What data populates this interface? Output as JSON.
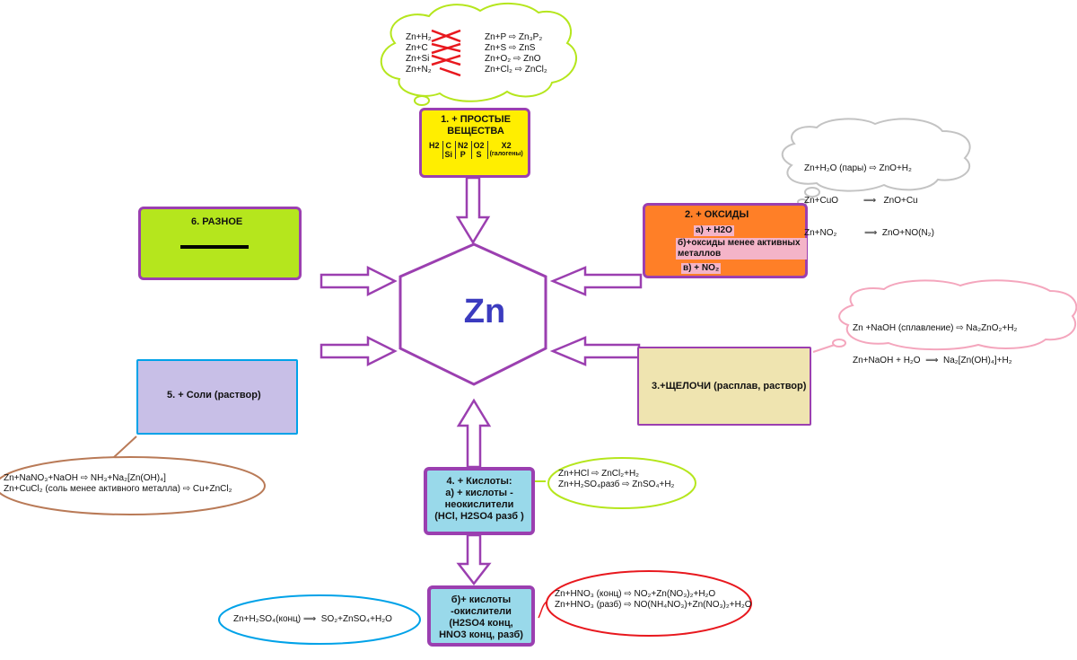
{
  "colors": {
    "purple": "#9b3fb0",
    "yellow": "#ffee00",
    "orange": "#ff7f27",
    "lime": "#b5e61d",
    "tan": "#efe4b0",
    "lavender": "#c8bfe7",
    "lightblue": "#99d9ea",
    "zn_text": "#3b3bbf"
  },
  "center": {
    "label": "Zn"
  },
  "boxes": {
    "simple": {
      "title": "1. + ПРОСТЫЕ ВЕЩЕСТВА",
      "elements": [
        {
          "top": "H2",
          "bottom": ""
        },
        {
          "top": "C",
          "bottom": "Si"
        },
        {
          "top": "N2",
          "bottom": "P"
        },
        {
          "top": "O2",
          "bottom": "S"
        },
        {
          "top": "X2",
          "bottom": "(галогены)"
        }
      ]
    },
    "oxides": {
      "title": "2. + ОКСИДЫ",
      "a": "а) + H2O",
      "b": "б)+оксиды менее активных металлов",
      "c": "в) + NO₂"
    },
    "alkali": {
      "title": "3.+ЩЕЛОЧИ (расплав, раствор)"
    },
    "acids": {
      "lines": [
        "4. + Кислоты:",
        "а) + кислоты -",
        "неокислители",
        "(HCl,  H2SO4 разб )"
      ]
    },
    "oxacids": {
      "lines": [
        "б)+ кислоты",
        "-окислители",
        "(H2SO4 конц,",
        "HNO3 конц, разб)"
      ]
    },
    "salts": {
      "title": "5. + Соли (раствор)"
    },
    "misc": {
      "title": "6. РАЗНОЕ"
    }
  },
  "clouds": {
    "simple": {
      "left": [
        "Zn+H₂",
        "Zn+C",
        "Zn+Si",
        "Zn+N₂"
      ],
      "right": [
        "Zn+P ⇨ Zn₃P₂",
        "Zn+S ⇨ ZnS",
        "Zn+O₂ ⇨ ZnO",
        "Zn+Cl₂ ⇨ ZnCl₂"
      ]
    },
    "oxides": {
      "lines": [
        "Zn+H₂O (пары) ⇨ ZnO+H₂",
        "Zn+CuO          ⟹   ZnO+Cu",
        "Zn+NO₂           ⟹  ZnO+NO(N₂)"
      ]
    },
    "alkali": {
      "lines": [
        "Zn +NaOH (сплавление) ⇨ Na₂ZnO₂+H₂",
        "Zn+NaOH + H₂O  ⟹  Na₂[Zn(OH)₄]+H₂"
      ]
    }
  },
  "ellipses": {
    "salts": {
      "lines": [
        "Zn+NaNO₃+NaOH ⇨ NH₃+Na₂[Zn(OH)₄]",
        "Zn+CuCl₂ (соль менее активного металла) ⇨ Cu+ZnCl₂"
      ]
    },
    "acids": {
      "lines": [
        "Zn+HCl ⇨ ZnCl₂+H₂",
        "Zn+H₂SO₄разб ⇨ ZnSO₄+H₂"
      ]
    },
    "h2so4": {
      "line": "Zn+H₂SO₄(конц) ⟹  SO₂+ZnSO₄+H₂O"
    },
    "hno3": {
      "lines": [
        "Zn+HNO₃ (конц) ⇨ NO₂+Zn(NO₃)₂+H₂O",
        "Zn+HNO₃ (разб) ⇨ NO(NH₄NO₃)+Zn(NO₃)₂+H₂O"
      ]
    }
  }
}
